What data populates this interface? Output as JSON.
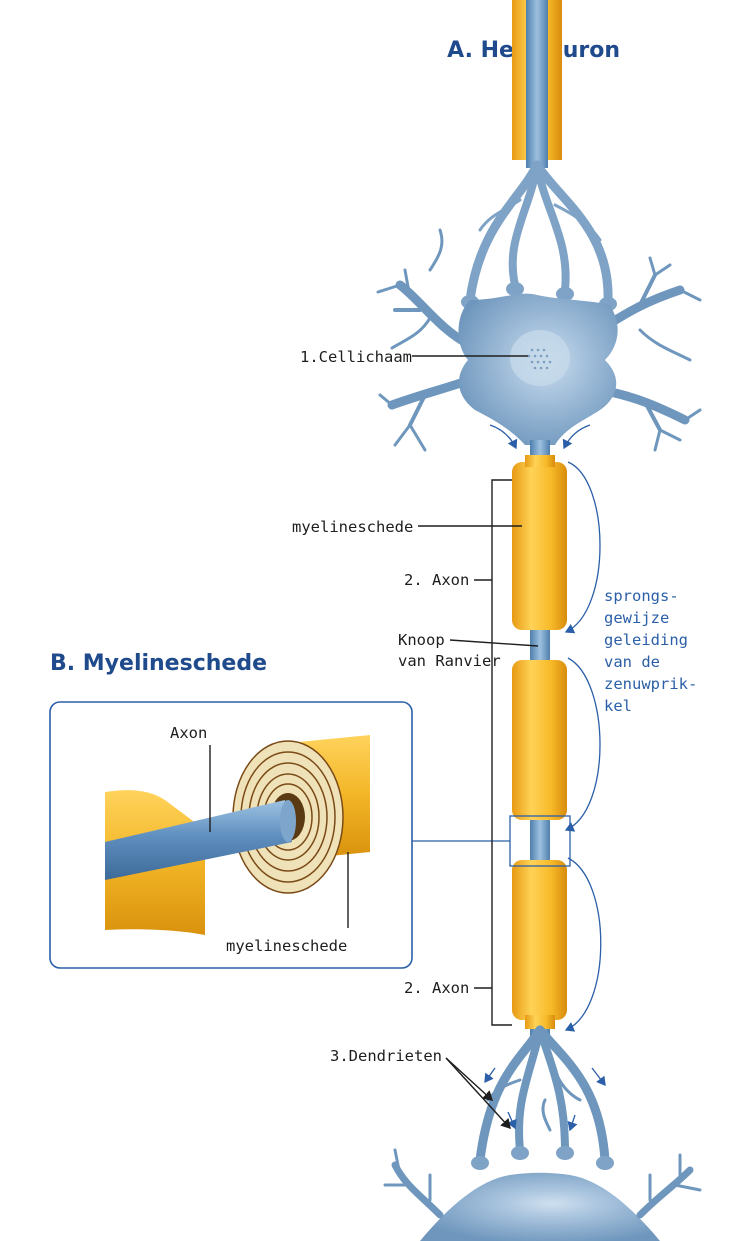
{
  "title_a": "A. Het neuron",
  "title_b": "B. Myelineschede",
  "labels": {
    "cellichaam": "1.Cellichaam",
    "myelineschede_top": "myelineschede",
    "axon_top": "2. Axon",
    "knoop_line1": "Knoop",
    "knoop_line2": "van Ranvier",
    "axon_bottom": "2. Axon",
    "dendrieten": "3.Dendrieten"
  },
  "inset": {
    "axon": "Axon",
    "myelineschede": "myelineschede"
  },
  "conduction_note": [
    "sprongs-",
    "gewijze",
    "geleiding",
    "van de",
    "zenuwprik-",
    "kel"
  ],
  "colors": {
    "title": "#1f4a8c",
    "neuron_blue": "#6f97bd",
    "myelin_yellow": "#f2b526",
    "arrow_blue": "#2b5fa8"
  }
}
